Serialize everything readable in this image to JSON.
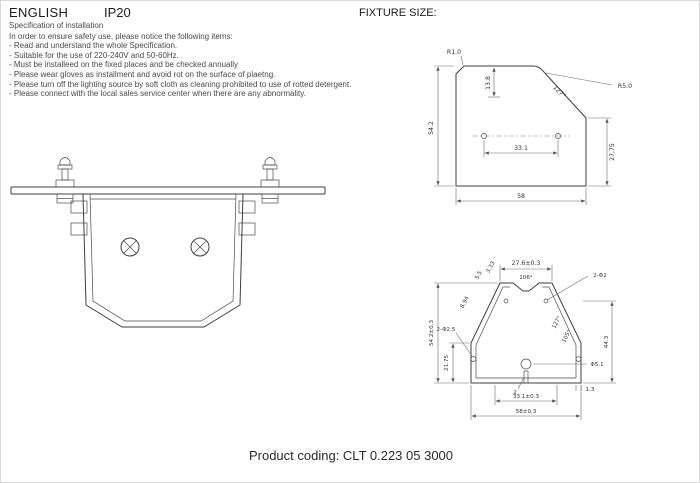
{
  "header": {
    "language": "ENGLISH",
    "ip_rating": "IP20",
    "fixture_size_label": "FIXTURE SIZE:"
  },
  "spec": {
    "title": "Specification of installation",
    "intro": "In order to ensure safety use, please notice the following items:",
    "items": [
      "- Read and understand the whole Specification.",
      "- Suitable for the use of 220-240V and 50-60Hz.",
      "- Must be installeed on the fixed places and be checked annually",
      "- Please wear gloves as installment and avoid rot on the surface of plaetng.",
      "- Please turn off the lighting source by soft cloth as cleaning prohibited to use of rotted detergent.",
      "- Please connect with the local sales service center when there are any abnormality."
    ]
  },
  "fixture_size_drawing": {
    "dims": {
      "radius_top_left": "R1.0",
      "radius_top_right": "R5.0",
      "top_offset": "13.8",
      "angle": "127°",
      "height": "54.2",
      "hole_spacing": "33.1",
      "right_height": "27,75",
      "width": "58"
    }
  },
  "profile_drawing": {
    "dims": {
      "top_width": "27.6±0.3",
      "notch_angle": "106°",
      "holes_top": "2-Φ2",
      "lip_a": "3.33",
      "lip_b": "5.5",
      "edge": "8.94",
      "holes_side": "2-Φ2.5",
      "angle_a": "127°",
      "angle_b": "105°",
      "center_hole": "Φ5.1",
      "height": "54.2±0.3",
      "wall_height": "21.75",
      "right_height": "44.3",
      "slot_width": "2",
      "wall_thickness": "1.3",
      "inner_width": "33.1±0.3",
      "width": "58±0.3"
    }
  },
  "footer": {
    "product_coding": "Product coding: CLT 0.223 05 3000"
  }
}
